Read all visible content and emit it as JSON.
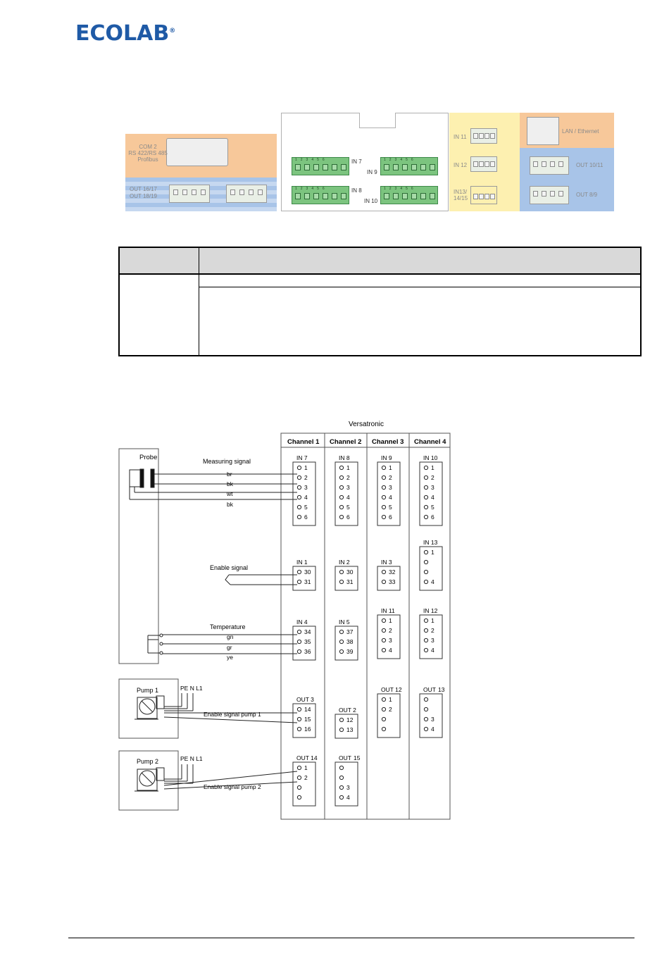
{
  "logo": {
    "text": "ECOLAB",
    "reg": "®"
  },
  "overview": {
    "com2": [
      "COM 2",
      "RS 422/RS 485",
      "Profibus"
    ],
    "out_left": [
      "OUT 16/17",
      "OUT 18/19"
    ],
    "in7": "IN 7",
    "in9": "IN 9",
    "in8": "IN 8",
    "in10": "IN 10",
    "in11": "IN 11",
    "in12": "IN 12",
    "in1315": [
      "IN13/",
      "14/15"
    ],
    "lan": "LAN / Ethernet",
    "out1011": "OUT 10/11",
    "out89": "OUT 8/9",
    "term_nums": "123456"
  },
  "diagram": {
    "title": "Versatronic",
    "channels": [
      "Channel 1",
      "Channel 2",
      "Channel 3",
      "Channel 4"
    ],
    "probe": "Probe",
    "measuring_signal": "Measuring signal",
    "wires": [
      "br",
      "bk",
      "wt",
      "bk"
    ],
    "enable_signal": "Enable signal",
    "temperature": "Temperature",
    "temp_wires": [
      "gn",
      "gr",
      "ye"
    ],
    "pump1": "Pump 1",
    "pump2": "Pump 2",
    "pen": "PE N L1",
    "enable_pump1": "Enable signal pump 1",
    "enable_pump2": "Enable signal pump 2",
    "in_top": [
      "IN 7",
      "IN 8",
      "IN 9",
      "IN 10"
    ],
    "in_top_pins": [
      "1",
      "2",
      "3",
      "4",
      "5",
      "6"
    ],
    "in13": "IN 13",
    "in13_pins": [
      "1",
      "",
      "",
      "4"
    ],
    "in_enable": [
      {
        "label": "IN 1",
        "pins": [
          "30",
          "31"
        ]
      },
      {
        "label": "IN 2",
        "pins": [
          "30",
          "31"
        ]
      },
      {
        "label": "IN 3",
        "pins": [
          "32",
          "33"
        ]
      }
    ],
    "in11": {
      "label": "IN 11",
      "pins": [
        "1",
        "2",
        "3",
        "4"
      ]
    },
    "in12": {
      "label": "IN 12",
      "pins": [
        "1",
        "2",
        "3",
        "4"
      ]
    },
    "in_temp": [
      {
        "label": "IN 4",
        "pins": [
          "34",
          "35",
          "36"
        ]
      },
      {
        "label": "IN 5",
        "pins": [
          "37",
          "38",
          "39"
        ]
      }
    ],
    "out3": {
      "label": "OUT 3",
      "pins": [
        "14",
        "15",
        "16"
      ]
    },
    "out2": {
      "label": "OUT 2",
      "pins": [
        "12",
        "13"
      ]
    },
    "out12": {
      "label": "OUT 12",
      "pins": [
        "1",
        "2",
        "",
        ""
      ]
    },
    "out13": {
      "label": "OUT",
      "label2": "13",
      "pins": [
        "",
        "",
        "3",
        "4"
      ]
    },
    "out14": {
      "label": "OUT 14",
      "pins": [
        "1",
        "2",
        "",
        ""
      ]
    },
    "out15": {
      "label": "OUT",
      "label2": "15",
      "pins": [
        "",
        "",
        "3",
        "4"
      ]
    }
  }
}
